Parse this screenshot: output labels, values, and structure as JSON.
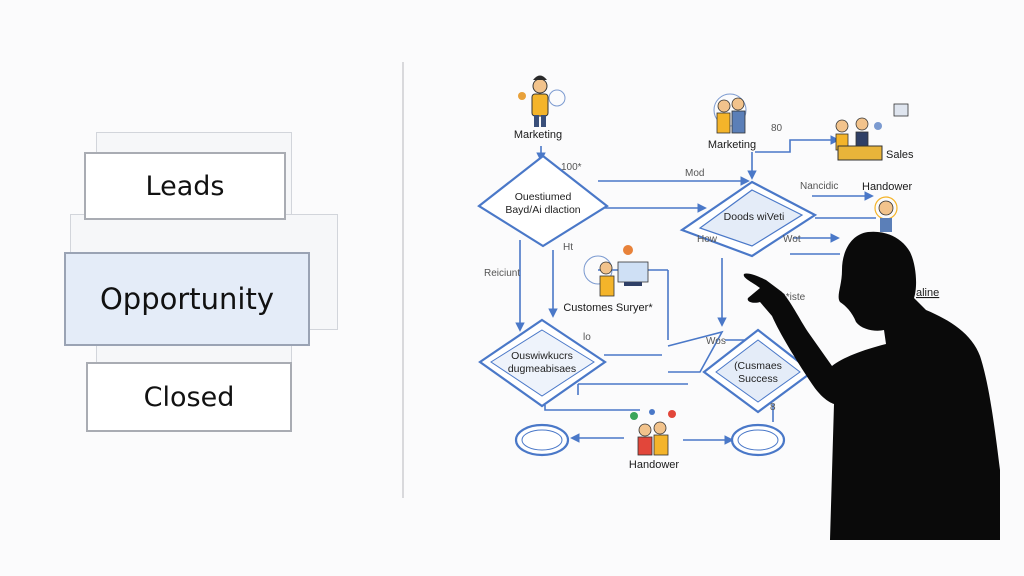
{
  "stages": {
    "leads": "Leads",
    "opportunity": "Opportunity",
    "closed": "Closed"
  },
  "flow": {
    "marketing_left": "Marketing",
    "marketing_mid": "Marketing",
    "sales": "Sales",
    "handover_top": "Handower",
    "handover_bottom": "Handower",
    "diamond_tl_line1": "Ouestiumed",
    "diamond_tl_line2": "Bayd/Ai dlaction",
    "diamond_center": "Doods wiVeti",
    "diamond_bl_line1": "Ouswiwkucrs",
    "diamond_bl_line2": "dugmeabisaes",
    "diamond_br_line1": "(Cusmaes",
    "diamond_br_line2": "Success",
    "customer_survey": "Customes Suryer*",
    "label_mod": "Mod",
    "label_80": "80",
    "label_100": "100*",
    "label_nancidic": "Nancidic",
    "label_how": "How",
    "label_wot": "Wot",
    "label_ht": "Ht",
    "label_reiciunt": "Reiciunt",
    "label_qriste": "Q*iste",
    "label_lo": "lo",
    "label_wos": "Wos",
    "label_sline": "aline",
    "label_8": "8"
  },
  "colors": {
    "accent_blue": "#4a78c8",
    "highlight_fill": "#e4ecf8",
    "silhouette": "#0a0a0a"
  }
}
